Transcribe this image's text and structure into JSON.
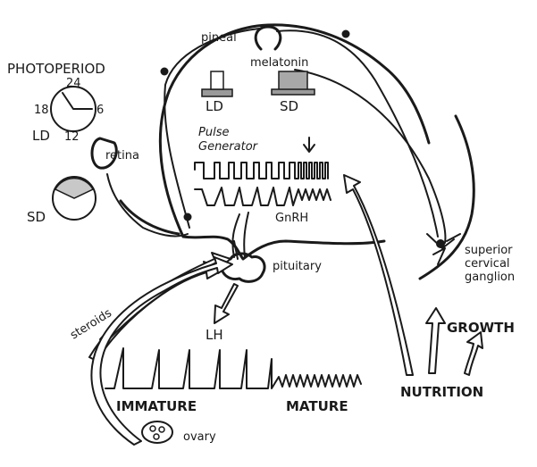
{
  "labels": {
    "photoperiod": "PHOTOPERIOD",
    "clock_24": "24",
    "clock_18": "18",
    "clock_6": "6",
    "clock_12": "12",
    "ld_left": "LD",
    "sd_left": "SD",
    "retina": "retina",
    "pineal": "pineal",
    "melatonin": "melatonin",
    "ld_profile": "LD",
    "sd_profile": "SD",
    "pulse": "Pulse",
    "generator": "Generator",
    "gnrh": "GnRH",
    "pituitary": "pituitary",
    "superior": "superior",
    "cervical": "cervical",
    "ganglion": "ganglion",
    "steroids": "steroids",
    "lh": "LH",
    "immature": "IMMATURE",
    "mature": "MATURE",
    "growth": "GROWTH",
    "nutrition": "NUTRITION",
    "ovary": "ovary"
  },
  "colors": {
    "ink": "#1a1a1a",
    "background": "#ffffff"
  }
}
